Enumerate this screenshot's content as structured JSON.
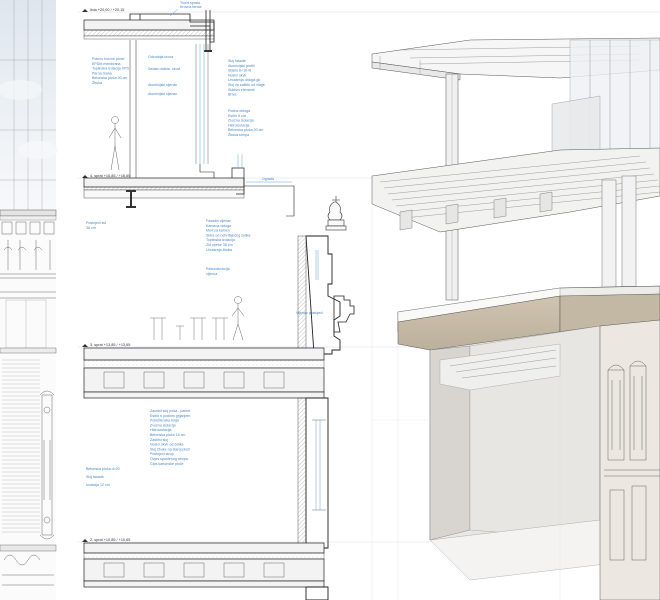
{
  "levels": [
    {
      "id": "roof",
      "text": "linia +20,00 / +20,15"
    },
    {
      "id": "floor4",
      "text": "4. sprat +16,85 / +16,65"
    },
    {
      "id": "floor3",
      "text": "3. sprat +13,85 / +13,65"
    },
    {
      "id": "floor2",
      "text": "2. sprat +10,85 / +10,65"
    }
  ],
  "top_label": "Tlocrt sprata",
  "small_labels": [
    {
      "id": "pipe",
      "text": "Odvodnja krova"
    },
    {
      "id": "canopy",
      "text": "Krovna tenda"
    },
    {
      "id": "glass",
      "text": "Sedam stakla, okovi"
    },
    {
      "id": "facade",
      "text": "Aluminijski vijenac"
    },
    {
      "id": "screen",
      "text": "Aluminijski vijenac"
    },
    {
      "id": "parapet",
      "text": "Ograda"
    },
    {
      "id": "slab_note",
      "text": "Betonska ploča d=20"
    },
    {
      "id": "wall_note",
      "text": "Sloj fasade"
    },
    {
      "id": "insulation_note",
      "text": "Izolacija 12 cm"
    },
    {
      "id": "cornice_note",
      "text": "Vijenac postojeći"
    }
  ],
  "text_blocks": [
    {
      "id": "roof_spec",
      "lines": [
        "Pokrov krovne ploče",
        "EPDM membrana",
        "Toplinska izolacija XPS",
        "Parna brana",
        "Betonska ploča 20 cm",
        "Žbuka"
      ]
    },
    {
      "id": "upper_spec",
      "lines": [
        "Sloj fasade",
        "Aluminijski profili",
        "Staklo 6+16+6",
        "Nosivi okvir",
        "Unutarnja obloga gk",
        "Sloj za zaštitu od vlage",
        "Sidrišni elementi",
        "Brtva"
      ]
    },
    {
      "id": "mid_spec",
      "lines": [
        "Podna obloga",
        "Estrih 5 cm",
        "Zvučna izolacija",
        "Hidroizolacija",
        "Betonska ploča 20 cm",
        "Žbuka stropa"
      ]
    },
    {
      "id": "mid_spec_b",
      "lines": [
        "Fasadni vijenac",
        "Kamena obloga",
        "Mort za kamen",
        "Sidra od nehrđajućeg čelika",
        "Toplinska izolacija",
        "Zid opeke 38 cm",
        "Unutarnja žbuka"
      ]
    },
    {
      "id": "small_note",
      "lines": [
        "Rekonstrukcija",
        "vijenca"
      ]
    },
    {
      "id": "lower_spec",
      "lines": [
        "Završni sloj poda - parket",
        "Estrih s podnim grijanjem",
        "Polietilenska folija",
        "Zvučna izolacija",
        "Hidroizolacija",
        "Betonska ploča 16 cm",
        "Zaštitni sloj",
        "Nosivi okvir od čelika",
        "Sloj žbuke na staroj ploči",
        "Postojeći strop",
        "Ovjes spuštenog stropa",
        "Gips kartonske ploče"
      ]
    },
    {
      "id": "left_note",
      "lines": [
        "Postojeći zid",
        "38 cm"
      ]
    }
  ]
}
